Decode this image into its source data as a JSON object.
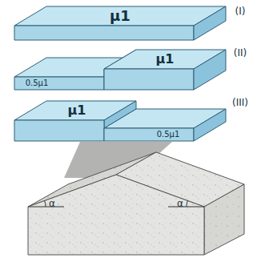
{
  "diagram": {
    "labels": [
      "μ1",
      "(I)",
      "(II)",
      "0.5μ1",
      "μ1",
      "(III)",
      "μ1",
      "0.5μ1",
      "α",
      "α"
    ]
  }
}
